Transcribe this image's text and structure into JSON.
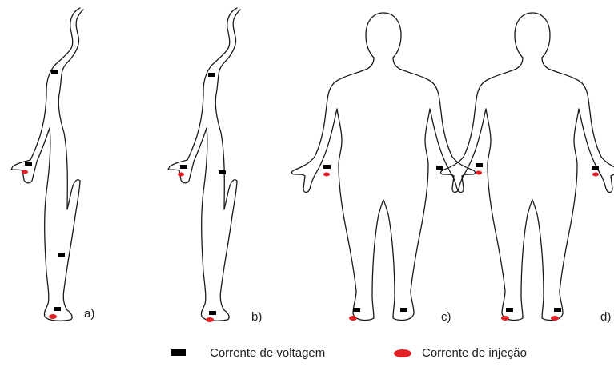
{
  "figure": {
    "panels": [
      {
        "id": "a",
        "label": "a)",
        "view": "side"
      },
      {
        "id": "b",
        "label": "b)",
        "view": "side"
      },
      {
        "id": "c",
        "label": "c)",
        "view": "front"
      },
      {
        "id": "d",
        "label": "d)",
        "view": "front"
      }
    ],
    "legend": {
      "voltage": {
        "label": "Corrente de voltagem",
        "color": "#000000",
        "icon": "black-rectangle-electrode"
      },
      "injection": {
        "label": "Corrente de injeção",
        "color": "#e32025",
        "icon": "red-ellipse-electrode"
      }
    }
  }
}
